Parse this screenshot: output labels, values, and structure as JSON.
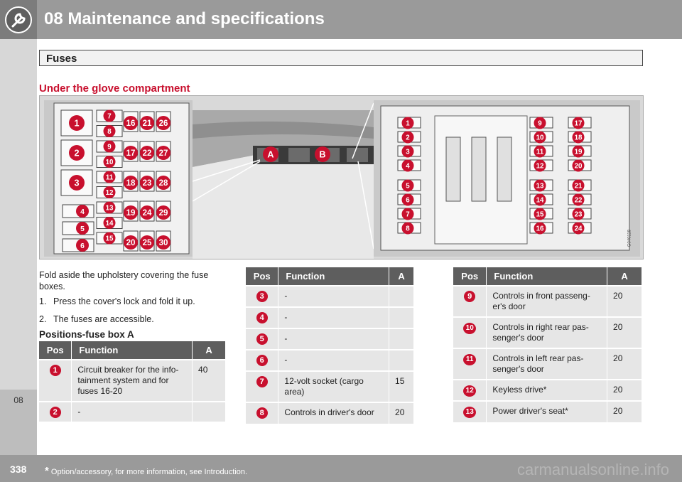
{
  "header": {
    "title": "08 Maintenance and specifications",
    "icon": "wrench-icon"
  },
  "side_tab": {
    "label": "08"
  },
  "section": {
    "title": "Fuses"
  },
  "subheading": "Under the glove compartment",
  "figure": {
    "id_text": "G040118",
    "box_a_label": "A",
    "box_b_label": "B",
    "left_box": {
      "large": [
        "1",
        "2",
        "3"
      ],
      "small_left": [
        "4",
        "5",
        "6"
      ],
      "middle": [
        "7",
        "8",
        "9",
        "10",
        "11",
        "12",
        "13",
        "14",
        "15"
      ],
      "col1": [
        "16",
        "17",
        "18",
        "19",
        "20"
      ],
      "col2": [
        "21",
        "22",
        "23",
        "24",
        "25"
      ],
      "col3": [
        "26",
        "27",
        "28",
        "29",
        "30"
      ]
    },
    "right_box": {
      "left": [
        "1",
        "2",
        "3",
        "4",
        "5",
        "6",
        "7",
        "8"
      ],
      "mid": [
        "9",
        "10",
        "11",
        "12",
        "13",
        "14",
        "15",
        "16"
      ],
      "right": [
        "17",
        "18",
        "19",
        "20",
        "21",
        "22",
        "23",
        "24"
      ]
    }
  },
  "intro": "Fold aside the upholstery covering the fuse boxes.",
  "steps": [
    {
      "num": "1.",
      "text": "Press the cover's lock and fold it up."
    },
    {
      "num": "2.",
      "text": "The fuses are accessible."
    }
  ],
  "positions_heading": "Positions-fuse box A",
  "table_headers": {
    "pos": "Pos",
    "function": "Function",
    "amp": "A"
  },
  "table1": [
    {
      "pos": "1",
      "function": "Circuit breaker for the info-tainment system and for fuses 16-20",
      "amp": "40"
    },
    {
      "pos": "2",
      "function": "-",
      "amp": ""
    }
  ],
  "table2": [
    {
      "pos": "3",
      "function": "-",
      "amp": ""
    },
    {
      "pos": "4",
      "function": "-",
      "amp": ""
    },
    {
      "pos": "5",
      "function": "-",
      "amp": ""
    },
    {
      "pos": "6",
      "function": "-",
      "amp": ""
    },
    {
      "pos": "7",
      "function": "12-volt socket (cargo area)",
      "amp": "15"
    },
    {
      "pos": "8",
      "function": "Controls in driver's door",
      "amp": "20"
    }
  ],
  "table3": [
    {
      "pos": "9",
      "function": "Controls in front passeng-er's door",
      "amp": "20"
    },
    {
      "pos": "10",
      "function": "Controls in right rear pas-senger's door",
      "amp": "20"
    },
    {
      "pos": "11",
      "function": "Controls in left rear pas-senger's door",
      "amp": "20"
    },
    {
      "pos": "12",
      "function": "Keyless drive*",
      "amp": "20"
    },
    {
      "pos": "13",
      "function": "Power driver's seat*",
      "amp": "20"
    }
  ],
  "footer": {
    "page": "338",
    "asterisk": "*",
    "note": "Option/accessory, for more information, see Introduction.",
    "watermark": "carmanualsonline.info"
  },
  "colors": {
    "accent": "#c8102e",
    "header_bg": "#9a9a9a",
    "table_header": "#5e5e5e",
    "table_cell": "#e6e6e6"
  }
}
